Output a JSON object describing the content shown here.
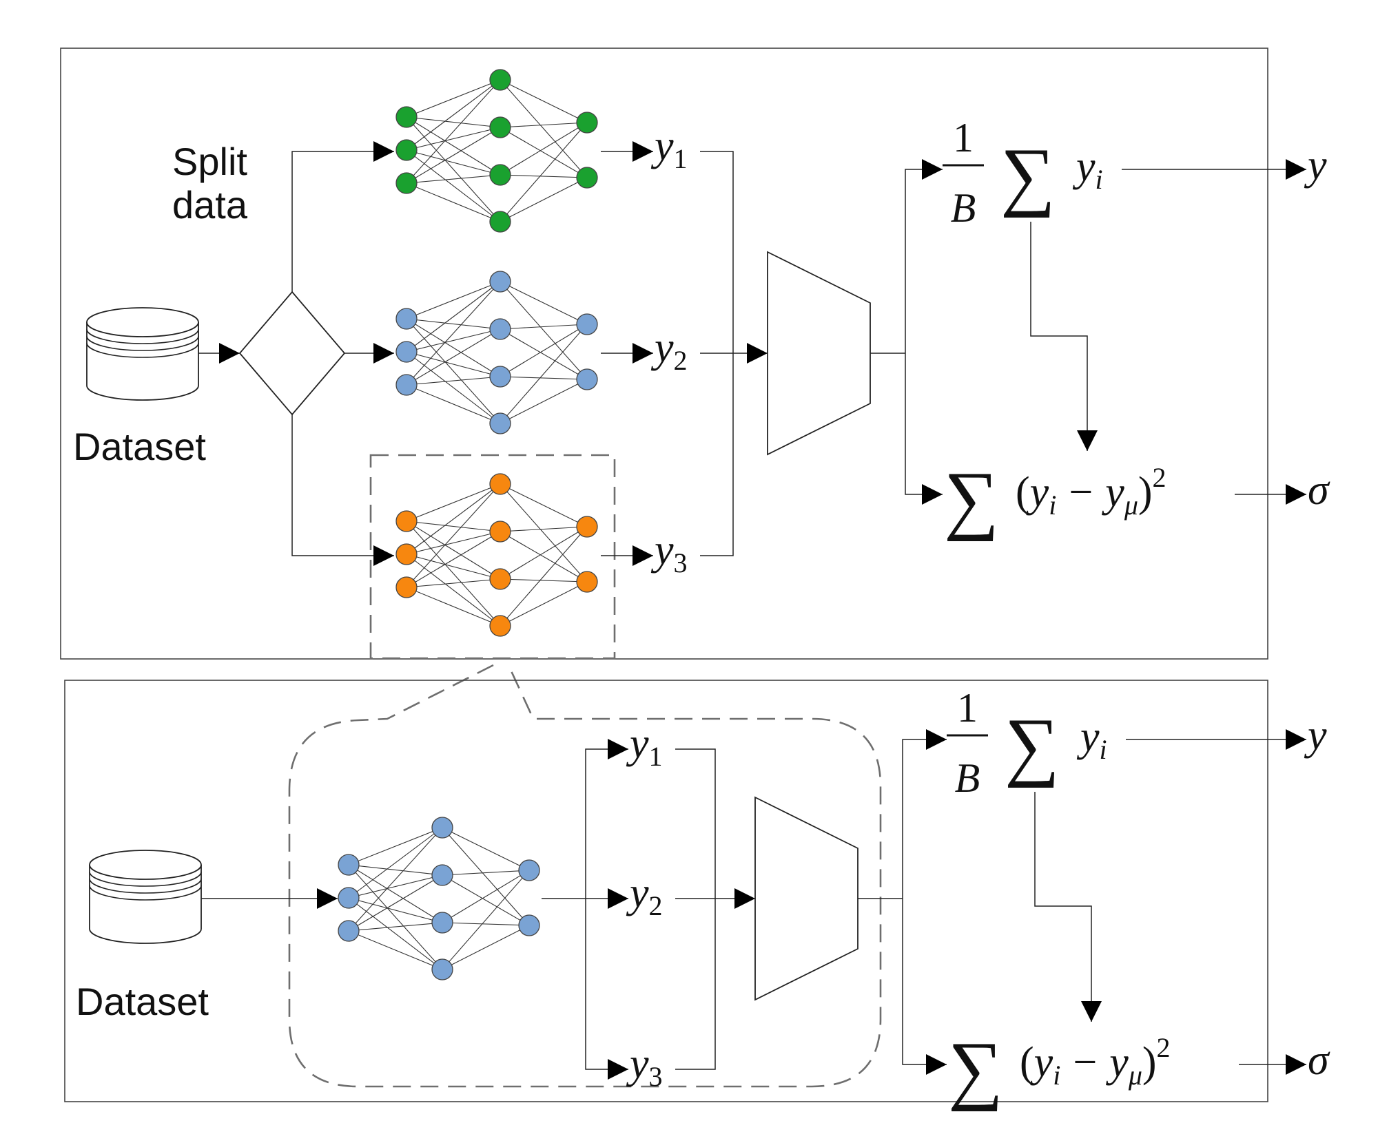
{
  "labels": {
    "split_data_line1": "Split",
    "split_data_line2": "data",
    "dataset_top": "Dataset",
    "dataset_bottom": "Dataset"
  },
  "math": {
    "y_symbol": "y",
    "sigma_symbol": "σ",
    "fraction_numerator": "1",
    "fraction_denominator": "B",
    "sum_symbol": "∑",
    "index_i": "i",
    "index_mu": "μ",
    "minus": "−",
    "open_paren": "(",
    "close_paren": ")",
    "exponent": "2",
    "outputs": [
      {
        "symbol": "y",
        "index": "1"
      },
      {
        "symbol": "y",
        "index": "2"
      },
      {
        "symbol": "y",
        "index": "3"
      }
    ]
  },
  "colors": {
    "network_1": "#1aa12f",
    "network_2": "#7aa3d4",
    "network_3": "#f7870f",
    "network_bottom": "#7aa3d4"
  }
}
